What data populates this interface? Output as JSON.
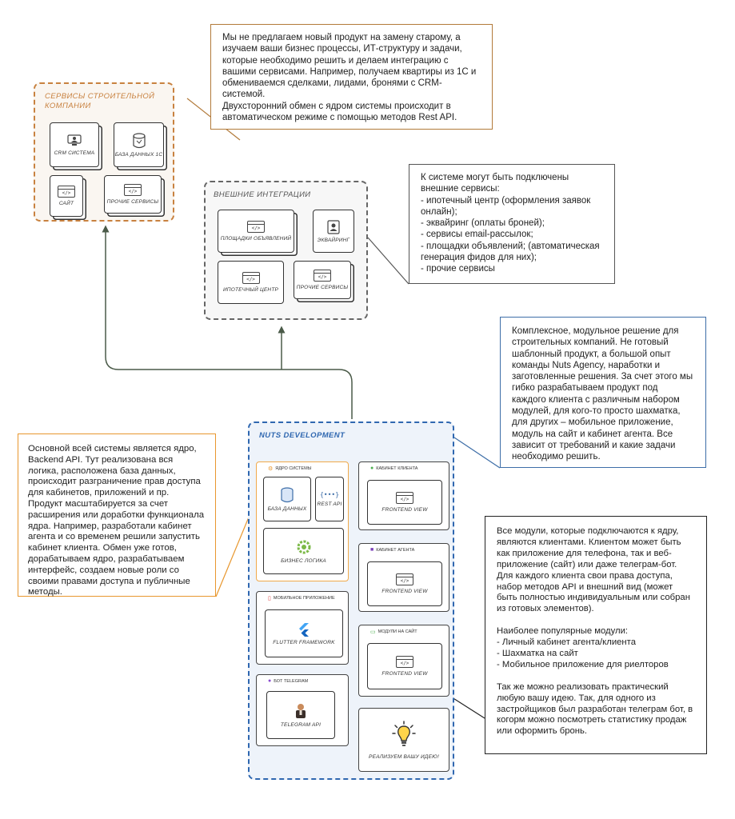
{
  "notes": {
    "integration": "Мы не предлагаем новый продукт на замену старому, а изучаем ваши бизнес процессы, ИТ-структуру и задачи, которые необходимо решить и делаем интеграцию с вашими сервисами. Например, получаем квартиры из 1С и обмениваемся сделками, лидами, бронями с CRM-системой.\nДвухсторонний обмен с ядром системы происходит в автоматическом режиме с помощью методов Rest API.",
    "external": "К системе могут быть подключены внешние сервисы:\n- ипотечный центр (оформления заявок онлайн);\n- эквайринг (оплаты броней);\n- сервисы email-рассылок;\n- площадки объявлений;  (автоматическая генерация фидов для них);\n- прочие сервисы",
    "complex": "Комплексное, модульное решение для строительных компаний. Не готовый шаблонный продукт, а большой опыт команды Nuts Agency, наработки и заготовленные решения. За счет этого мы гибко разрабатываем продукт под каждого клиента с различным набором модулей, для кого-то просто шахматка, для других – мобильное приложение, модуль на сайт и кабинет агента. Все зависит от требований и какие задачи необходимо решить.",
    "core": "Основной всей системы является ядро, Backend API.  Тут реализована вся логика, расположена база данных, происходит разграничение прав доступа для кабинетов, приложений и пр. Продукт масштабируется за счет расширения или доработки функционала ядра. Например, разработали кабинет агента и со временем решили запустить кабинет клиента. Обмен уже готов, дорабатываем ядро, разрабатываем интерфейс, создаем новые роли со своими правами доступа и публичные методы.",
    "modules": "Все модули, которые подключаются к ядру, являются клиентами. Клиентом может быть как приложение для телефона, так и веб-приложение (сайт) или даже телеграм-бот. Для каждого клиента свои права доступа, набор методов API и внешний вид (может быть полностью индивидуальным или собран из готовых элементов).\n\nНаиболее популярные модули:\n- Личный кабинет агента/клиента\n- Шахматка на сайт\n- Мобильное приложение для риелторов\n\nТак же можно реализовать практический любую вашу идею. Так, для одного из застройщиков был разработан телеграм бот, в когорм можно посмотреть статистику продаж или оформить бронь."
  },
  "construction_services": {
    "title": "СЕРВИСЫ СТРОИТЕЛЬНОЙ КОМПАНИИ",
    "crm": "CRM СИСТЕМА",
    "db1c": "БАЗА ДАННЫХ 1С",
    "site": "САЙТ",
    "other": "ПРОЧИЕ СЕРВИСЫ"
  },
  "external_integrations": {
    "title": "ВНЕШНИЕ ИНТЕГРАЦИИ",
    "ads": "ПЛОЩАДКИ ОБЪЯВЛЕНИЙ",
    "acquiring": "ЭКВАЙРИНГ",
    "mortgage": "ИПОТЕЧНЫЙ ЦЕНТР",
    "other": "ПРОЧИЕ СЕРВИСЫ"
  },
  "nuts": {
    "title": "NUTS DEVELOPMENT",
    "core_title": "ЯДРО СИСТЕМЫ",
    "database": "БАЗА ДАННЫХ",
    "rest_api": "REST API",
    "business_logic": "БИЗНЕС ЛОГИКА",
    "mobile_title": "МОБИЛЬНОЕ ПРИЛОЖЕНИЕ",
    "flutter": "FLUTTER FRAMEWORK",
    "bot_title": "БОТ TELEGRAM",
    "telegram_api": "TELEGRAM API",
    "client_cabinet_title": "КАБИНЕТ КЛИЕНТА",
    "agent_cabinet_title": "КАБИНЕТ АГЕНТА",
    "site_modules_title": "МОДУЛИ НА САЙТ",
    "frontend_view": "FRONTEND VIEW",
    "idea": "РЕАЛИЗУЕМ ВАШУ ИДЕЮ!"
  },
  "colors": {
    "construction_border": "#c8813f",
    "construction_title": "#c8813f",
    "external_border": "#666666",
    "nuts_border": "#2f67b0",
    "nuts_bg": "#eef3fa",
    "core_border": "#f0a94a",
    "connector": "#4a5a48"
  },
  "icons": {
    "code": "</>",
    "rest": "{•••}"
  }
}
